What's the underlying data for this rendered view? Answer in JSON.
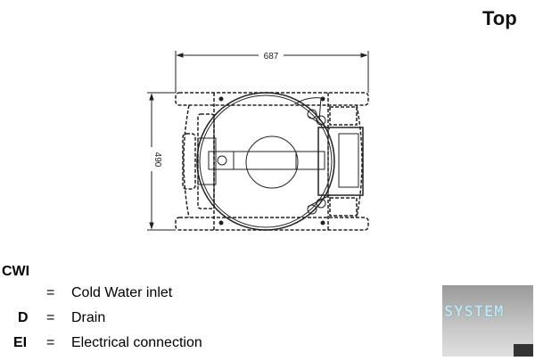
{
  "view_title": "Top",
  "dimensions": {
    "width": "687",
    "depth": "490"
  },
  "legend": [
    {
      "code": "CWI",
      "sep": "=",
      "desc": "Cold Water inlet"
    },
    {
      "code": "D",
      "sep": "=",
      "desc": "Drain"
    },
    {
      "code": "EI",
      "sep": "=",
      "desc": "Electrical connection"
    }
  ],
  "logo": {
    "text": "SYSTEM"
  }
}
